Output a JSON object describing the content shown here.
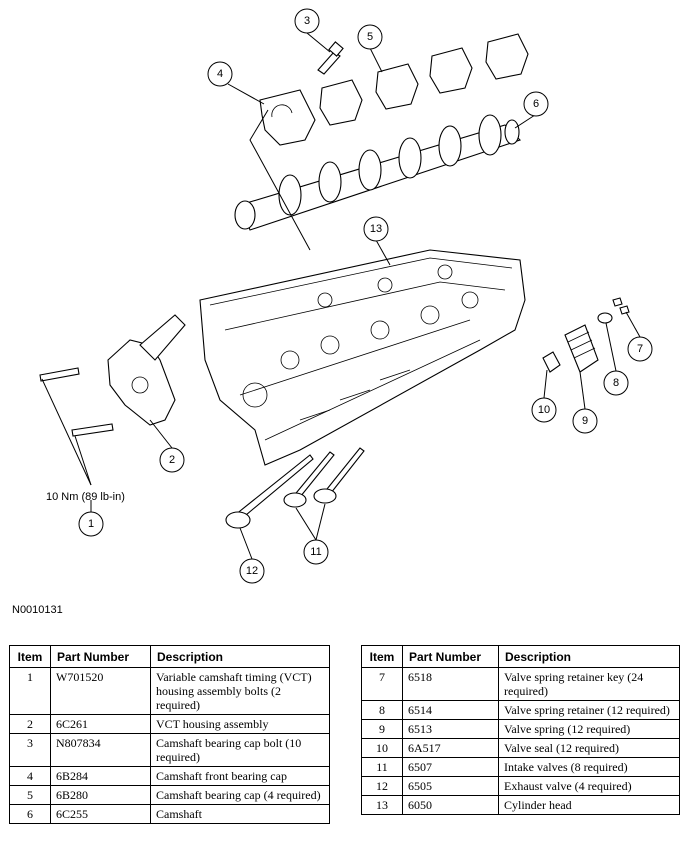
{
  "figure": {
    "id": "N0010131",
    "torque_spec": "10 Nm (89 lb-in)",
    "callouts": [
      "1",
      "2",
      "3",
      "4",
      "5",
      "6",
      "7",
      "8",
      "9",
      "10",
      "11",
      "12",
      "13"
    ]
  },
  "table_headers": {
    "item": "Item",
    "part_number": "Part Number",
    "description": "Description"
  },
  "table_left": [
    {
      "item": "1",
      "part": "W701520",
      "desc": "Variable camshaft timing (VCT) housing assembly bolts (2 required)"
    },
    {
      "item": "2",
      "part": "6C261",
      "desc": "VCT housing assembly"
    },
    {
      "item": "3",
      "part": "N807834",
      "desc": "Camshaft bearing cap bolt (10 required)"
    },
    {
      "item": "4",
      "part": "6B284",
      "desc": "Camshaft front bearing cap"
    },
    {
      "item": "5",
      "part": "6B280",
      "desc": "Camshaft bearing cap (4 required)"
    },
    {
      "item": "6",
      "part": "6C255",
      "desc": "Camshaft"
    }
  ],
  "table_right": [
    {
      "item": "7",
      "part": "6518",
      "desc": "Valve spring retainer key (24 required)"
    },
    {
      "item": "8",
      "part": "6514",
      "desc": "Valve spring retainer (12 required)"
    },
    {
      "item": "9",
      "part": "6513",
      "desc": "Valve spring (12 required)"
    },
    {
      "item": "10",
      "part": "6A517",
      "desc": "Valve seal (12 required)"
    },
    {
      "item": "11",
      "part": "6507",
      "desc": "Intake valves (8 required)"
    },
    {
      "item": "12",
      "part": "6505",
      "desc": "Exhaust valve (4 required)"
    },
    {
      "item": "13",
      "part": "6050",
      "desc": "Cylinder head"
    }
  ]
}
